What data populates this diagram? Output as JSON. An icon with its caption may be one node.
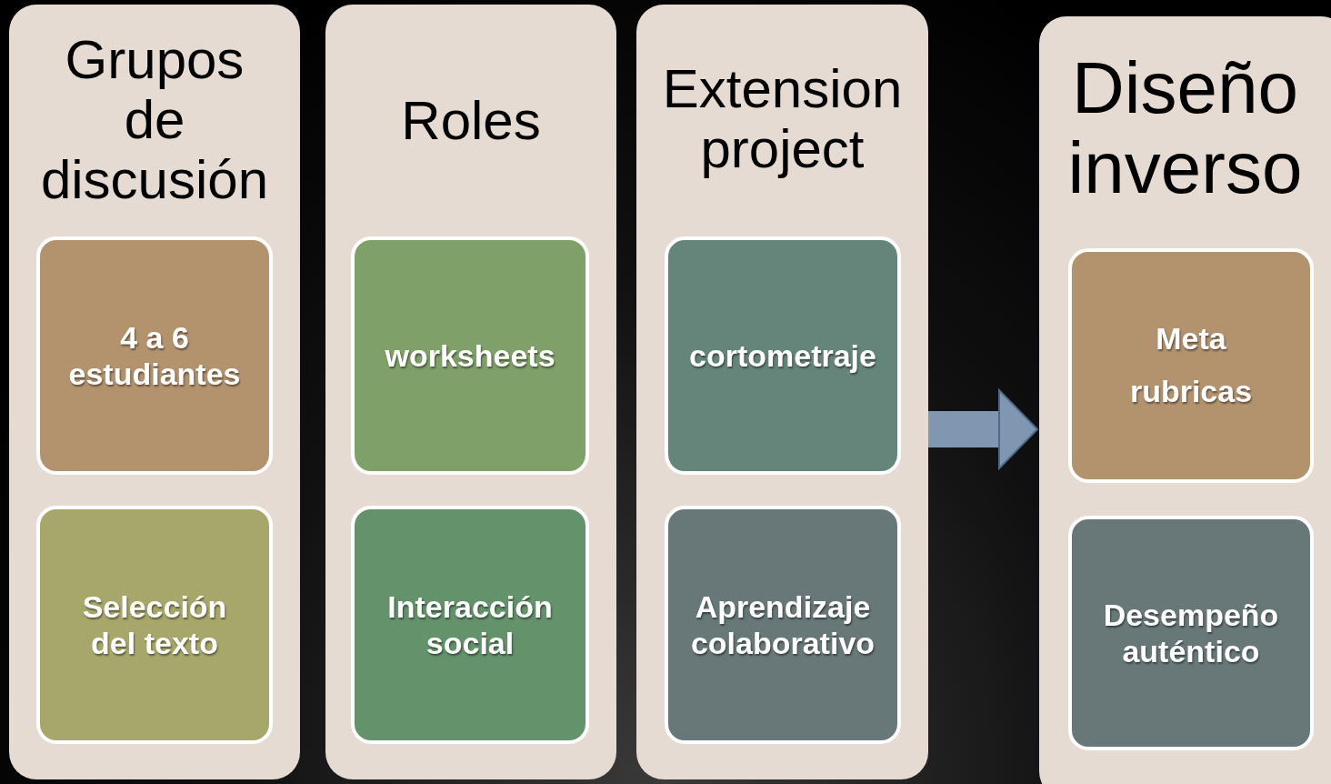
{
  "diagram": {
    "nodes": [
      {
        "text": [
          "Grupos de discusión"
        ]
      },
      {
        "text": [
          "4 a 6 estudiantes"
        ],
        "in": 0
      },
      {
        "text": [
          "Selección del texto"
        ],
        "in": 0
      },
      {
        "text": [
          "Roles"
        ]
      },
      {
        "text": [
          "worksheets"
        ],
        "in": 3
      },
      {
        "text": [
          "Interacción social"
        ],
        "in": 3
      },
      {
        "text": [
          "Extension project"
        ]
      },
      {
        "text": [
          "cortometraje"
        ],
        "in": 6
      },
      {
        "text": [
          "Aprendizaje colaborativo"
        ],
        "in": 6
      },
      {
        "text": [
          "Diseño inverso"
        ]
      },
      {
        "text": [
          "Meta rubricas"
        ],
        "in": 9
      },
      {
        "text": [
          "Desempeño auténtico"
        ],
        "in": 9
      }
    ],
    "edges": [
      {
        "from": 6,
        "to": 9,
        "arrow": "to"
      }
    ]
  }
}
